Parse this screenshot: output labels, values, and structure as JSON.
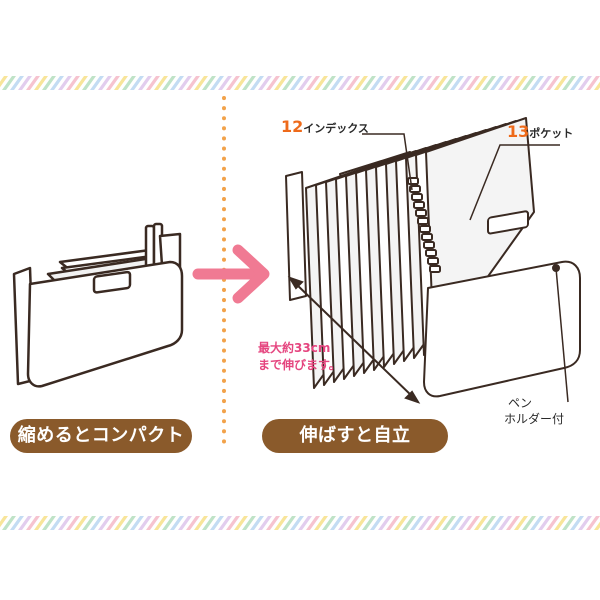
{
  "left_panel": {
    "caption": "縮めるとコンパクト"
  },
  "right_panel": {
    "caption": "伸ばすと自立",
    "index_callout": {
      "number": "12",
      "text": "インデックス"
    },
    "pocket_callout": {
      "number": "13",
      "text": "ポケット"
    },
    "size_note": {
      "line1": "最大約33cm",
      "line2": "まで伸びます。"
    },
    "pen_note": {
      "line1": "ペン",
      "line2": "ホルダー付"
    }
  },
  "colors": {
    "caption_bg": "#8a5a2b",
    "arrow": "#f07a93",
    "accent_number": "#ee6a1a",
    "size_note": "#e5457f",
    "outline": "#3a2a22",
    "stripe_colors": [
      "#f6c3cf",
      "#f8e59a",
      "#bfe3c7",
      "#c4dcf3",
      "#e2cdee"
    ]
  }
}
